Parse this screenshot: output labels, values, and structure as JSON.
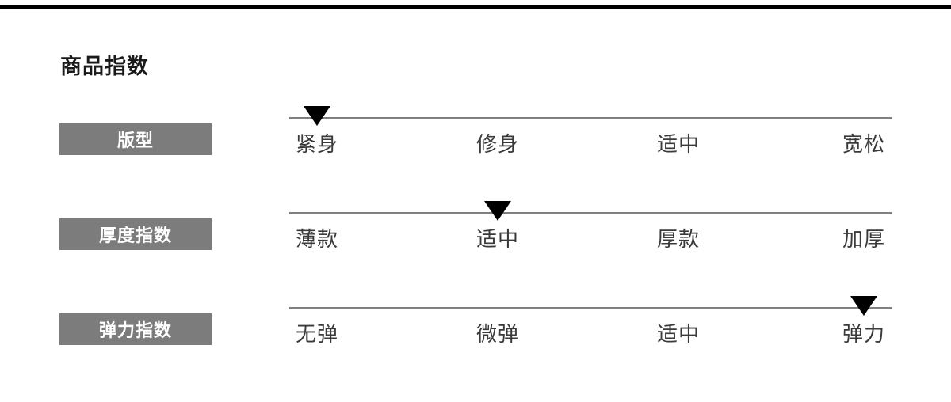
{
  "page": {
    "title": "商品指数",
    "badge_color": "#7c7c7c",
    "line_color": "#808080",
    "marker_color": "#000000",
    "label_color": "#3a3a3a",
    "top_rule_color": "#000000"
  },
  "rows": [
    {
      "name": "版型",
      "ticks": [
        "紧身",
        "修身",
        "适中",
        "宽松"
      ],
      "selected_index": 0,
      "selected_value": "紧身",
      "marker_percent": 4.6
    },
    {
      "name": "厚度指数",
      "ticks": [
        "薄款",
        "适中",
        "厚款",
        "加厚"
      ],
      "selected_index": 1,
      "selected_value": "适中",
      "marker_percent": 34.6
    },
    {
      "name": "弹力指数",
      "ticks": [
        "无弹",
        "微弹",
        "适中",
        "弹力"
      ],
      "selected_index": 3,
      "selected_value": "弹力",
      "marker_percent": 95.4
    }
  ],
  "tick_positions_percent": [
    4.6,
    34.6,
    64.6,
    95.4
  ]
}
